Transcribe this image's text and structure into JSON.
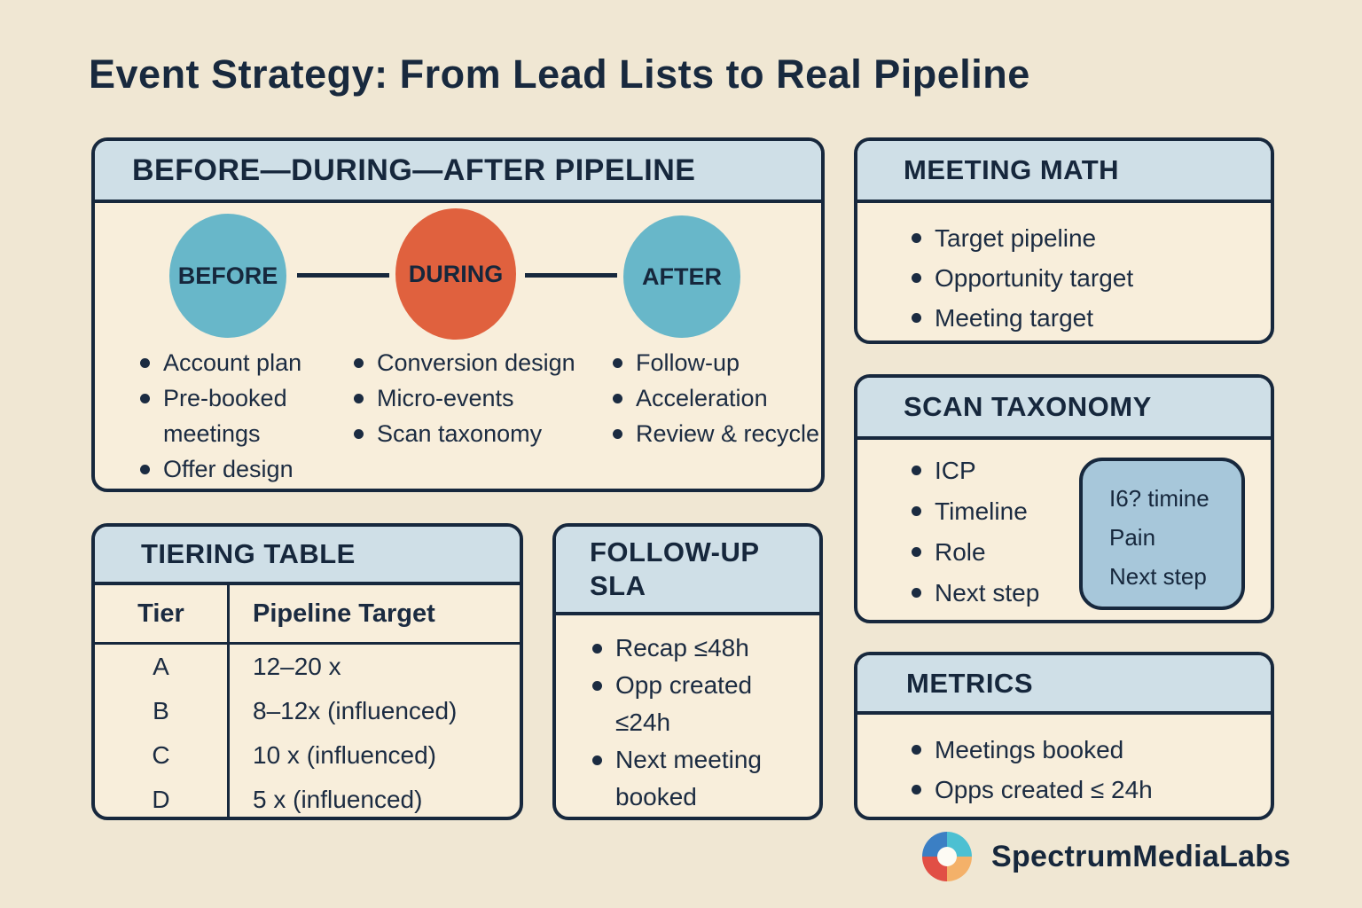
{
  "title": "Event Strategy: From Lead Lists to Real Pipeline",
  "colors": {
    "page_background": "#f0e7d3",
    "panel_body": "#f8eedb",
    "panel_header": "#cfdfe7",
    "navy": "#17283d",
    "stage_teal": "#68b7c9",
    "stage_orange": "#e0613e",
    "callout_blue": "#a7c7da"
  },
  "pipeline": {
    "header": "BEFORE—DURING—AFTER PIPELINE",
    "stages": [
      {
        "label": "BEFORE",
        "color": "#68b7c9",
        "items": [
          "Account plan",
          "Pre-booked meetings",
          "Offer design"
        ]
      },
      {
        "label": "DURING",
        "color": "#e0613e",
        "items": [
          "Conversion design",
          "Micro-events",
          "Scan taxonomy"
        ]
      },
      {
        "label": "AFTER",
        "color": "#68b7c9",
        "items": [
          "Follow-up",
          "Acceleration",
          "Review & recycle"
        ]
      }
    ]
  },
  "meeting_math": {
    "header": "MEETING MATH",
    "items": [
      "Target pipeline",
      "Opportunity target",
      "Meeting target"
    ]
  },
  "scan_taxonomy": {
    "header": "SCAN TAXONOMY",
    "items": [
      "ICP",
      "Timeline",
      "Role",
      "Next step"
    ],
    "callout": [
      "I6? timine",
      "Pain",
      "Next step"
    ]
  },
  "tiering_table": {
    "header": "TIERING TABLE",
    "columns": [
      "Tier",
      "Pipeline Target"
    ],
    "rows": [
      {
        "tier": "A",
        "target": "12–20 x"
      },
      {
        "tier": "B",
        "target": "8–12x (influenced)"
      },
      {
        "tier": "C",
        "target": "10 x (influenced)"
      },
      {
        "tier": "D",
        "target": "5 x (influenced)"
      }
    ]
  },
  "follow_up_sla": {
    "header": "FOLLOW-UP SLA",
    "items": [
      "Recap ≤48h",
      "Opp created ≤24h",
      "Next meeting booked"
    ]
  },
  "metrics": {
    "header": "METRICS",
    "items": [
      "Meetings booked",
      "Opps created ≤ 24h"
    ]
  },
  "brand": {
    "name": "SpectrumMediaLabs",
    "logo_colors": {
      "blue": "#3b7fc4",
      "teal": "#4cc0d2",
      "orange": "#f4b169",
      "red": "#e14f45"
    }
  }
}
